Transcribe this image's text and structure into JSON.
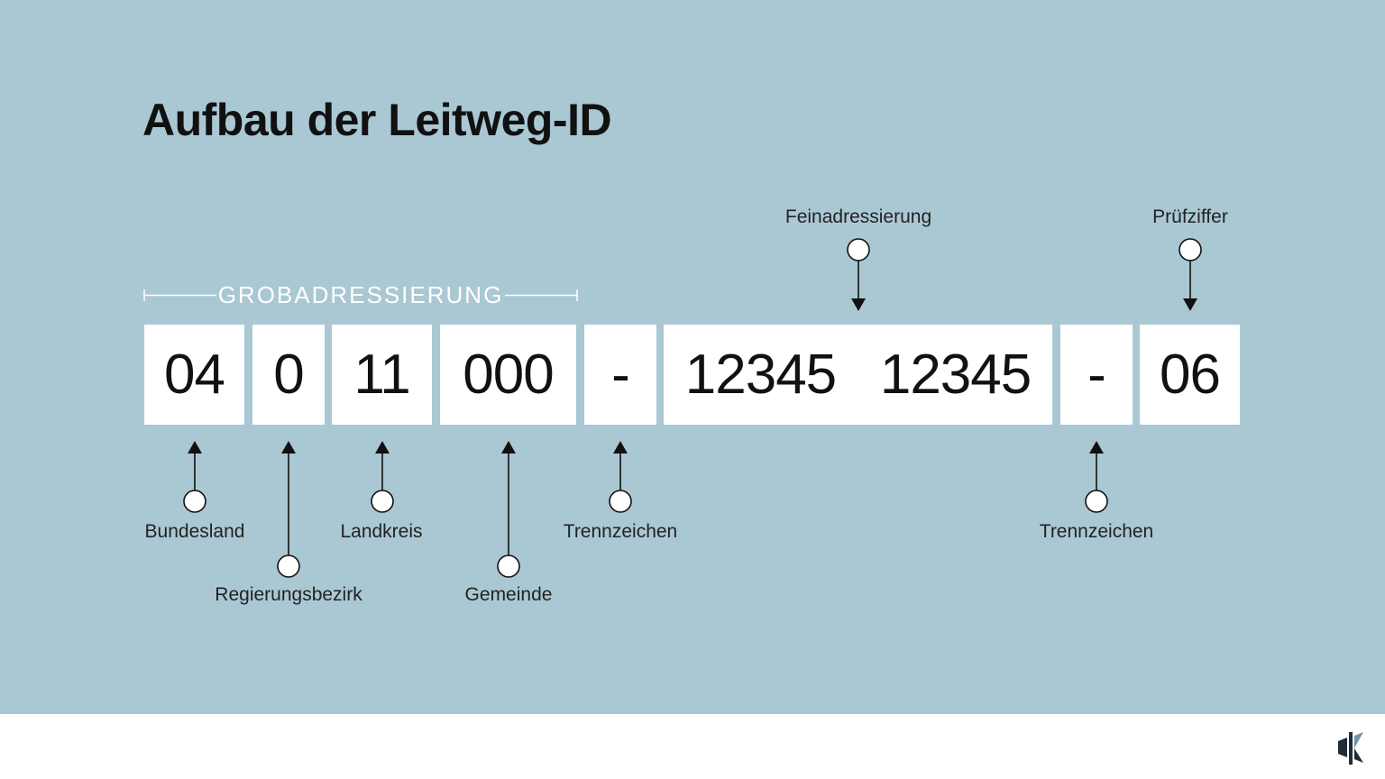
{
  "title": "Aufbau der Leitweg-ID",
  "grobadressierung": "GROBADRESSIERUNG",
  "segments": [
    {
      "value": "04",
      "label": "Bundesland"
    },
    {
      "value": "0",
      "label": "Regierungsbezirk"
    },
    {
      "value": "11",
      "label": "Landkreis"
    },
    {
      "value": "000",
      "label": "Gemeinde"
    },
    {
      "value": "-",
      "label": "Trennzeichen"
    },
    {
      "value": "12345   12345",
      "label": "Feinadressierung"
    },
    {
      "value": "-",
      "label": "Trennzeichen"
    },
    {
      "value": "06",
      "label": "Prüfziffer"
    }
  ],
  "colors": {
    "background": "#aac8d3",
    "box": "#ffffff",
    "text": "#111111",
    "accent_label": "#ffffff"
  },
  "icons": {
    "logo": "logo-icon"
  }
}
